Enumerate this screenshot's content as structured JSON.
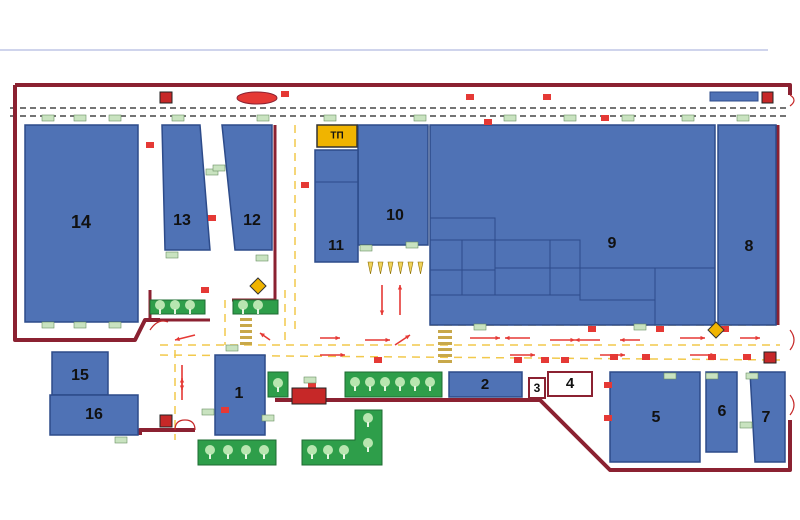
{
  "colors": {
    "building_fill": "#4f72b5",
    "building_stroke": "#2d4b8a",
    "fence": "#8b2131",
    "road_line": "#f2c94c",
    "arrow": "#e53935",
    "green_area": "#2e9e4a",
    "tree": "#b8e6b0",
    "transformer_fill": "#f0b400",
    "hydrant": "#e53935",
    "sign": "#c9e3c0",
    "header_rule": "#9fa8da"
  },
  "buildings": [
    {
      "id": "b1",
      "label": "1"
    },
    {
      "id": "b2",
      "label": "2"
    },
    {
      "id": "b3",
      "label": "3"
    },
    {
      "id": "b4",
      "label": "4"
    },
    {
      "id": "b5",
      "label": "5"
    },
    {
      "id": "b6",
      "label": "6"
    },
    {
      "id": "b7",
      "label": "7"
    },
    {
      "id": "b8",
      "label": "8"
    },
    {
      "id": "b9",
      "label": "9"
    },
    {
      "id": "b10",
      "label": "10"
    },
    {
      "id": "b11",
      "label": "11"
    },
    {
      "id": "b12",
      "label": "12"
    },
    {
      "id": "b13",
      "label": "13"
    },
    {
      "id": "b14",
      "label": "14"
    },
    {
      "id": "b15",
      "label": "15"
    },
    {
      "id": "b16",
      "label": "16"
    }
  ],
  "transformer": {
    "label": "ТП"
  },
  "legend_icons": [
    "fire-hydrant-icon",
    "evacuation-sign-icon",
    "tree-icon",
    "gate-icon",
    "direction-arrow-icon",
    "assembly-point-icon"
  ]
}
